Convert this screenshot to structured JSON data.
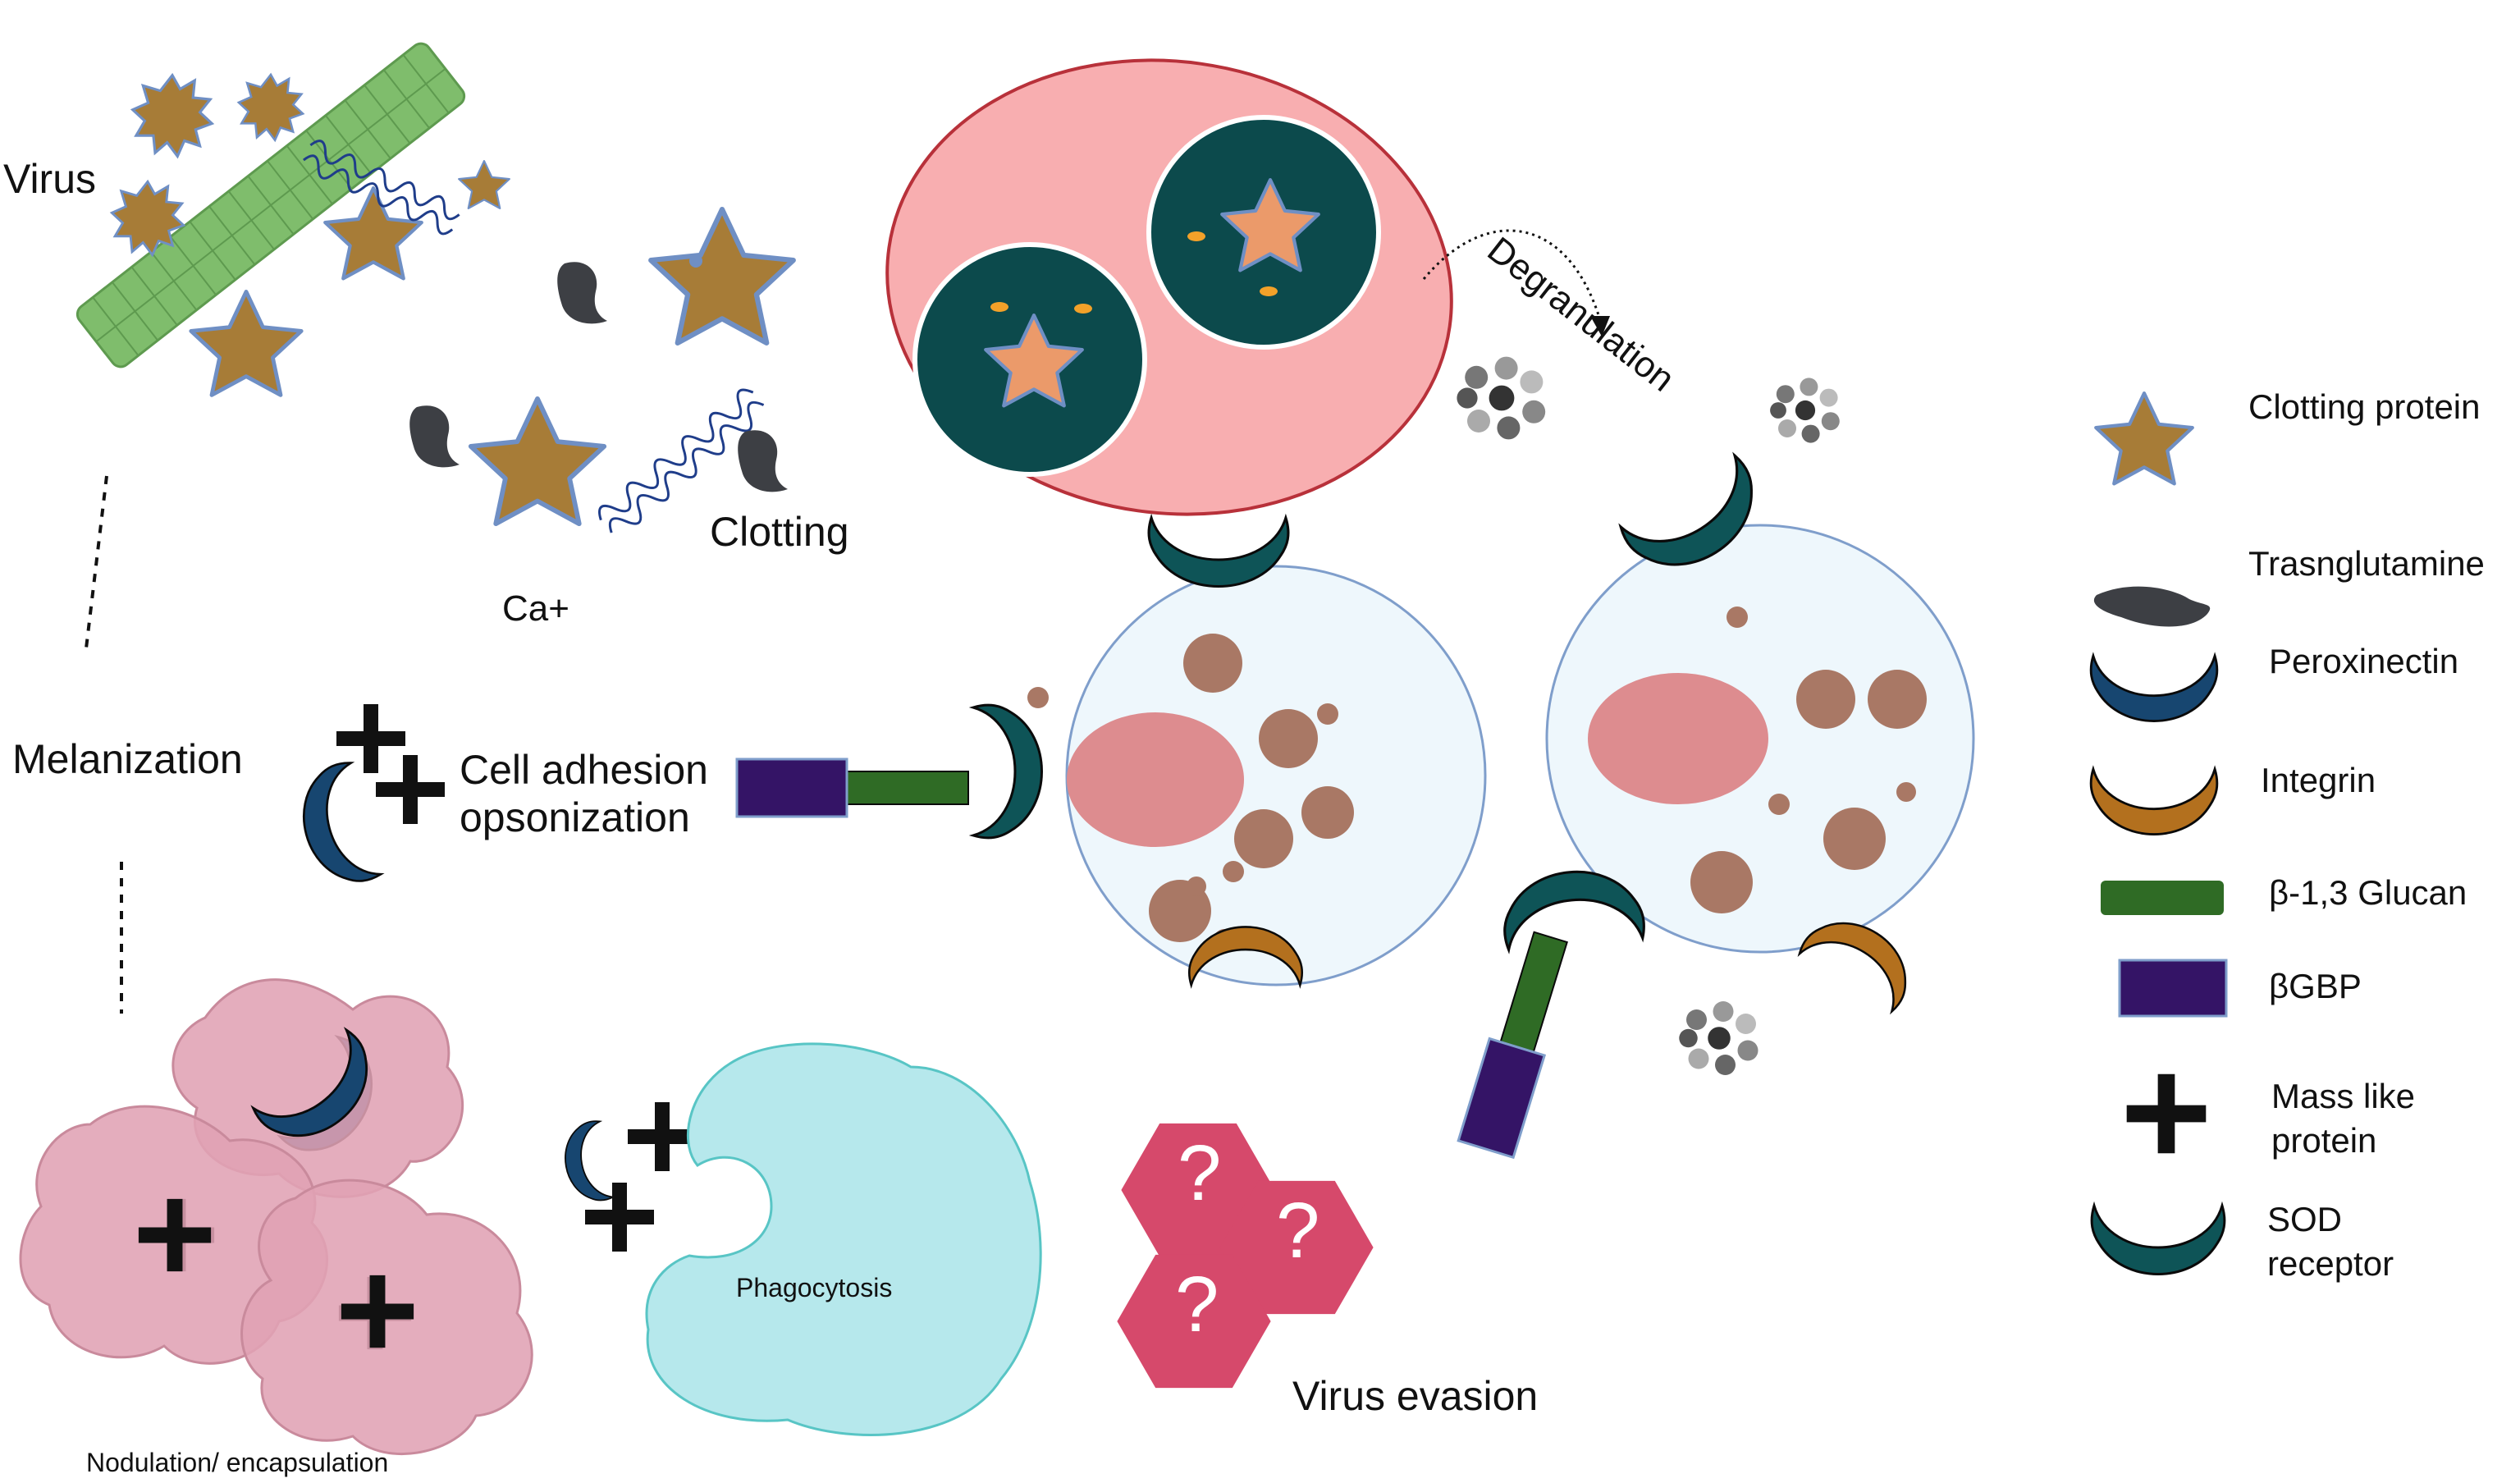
{
  "labels": {
    "virus": "Virus",
    "clotting": "Clotting",
    "ca": "Ca+",
    "melanization": "Melanization",
    "cell_adhesion": "Cell adhesion",
    "opsonization": "opsonization",
    "degranulation": "Degranulation",
    "phagocytosis": "Phagocytosis",
    "nodulation": "Nodulation/ encapsulation",
    "virus_evasion": "Virus evasion"
  },
  "legend": {
    "clotting_protein": "Clotting protein",
    "transglutamine": "Trasnglutamine",
    "peroxinectin": "Peroxinectin",
    "integrin": "Integrin",
    "glucan": "β-1,3 Glucan",
    "bgbp": "βGBP",
    "mass_like_1": "Mass like",
    "mass_like_2": "protein",
    "sod_1": "SOD",
    "sod_2": "receptor"
  },
  "question_mark": "?",
  "colors": {
    "clotting_protein": "#a77c37",
    "transglutamine": "#3d3f44",
    "peroxinectin": "#174670",
    "integrin": "#b3701e",
    "glucan": "#2f6b25",
    "bgbp": "#341466",
    "mass_like": "#111111",
    "sod_receptor": "#0e5457",
    "granulocyte": "#f8aeb0",
    "granule": "#0c4a4c",
    "hemocyte": "#eef7fc",
    "nucleus": "#dd8c8f",
    "nodule": "#e0a2b4",
    "phagocyte": "#b6e8ec",
    "virus_evasion": "#d6496b",
    "epithelium": "#7fbd6c",
    "virus": "#a77c37"
  },
  "icons": [
    "star-icon",
    "transglutaminase-icon",
    "peroxinectin-icon",
    "integrin-icon",
    "glucan-icon",
    "bgbp-icon",
    "plus-icon",
    "sod-receptor-icon",
    "virus-icon",
    "question-icon"
  ]
}
